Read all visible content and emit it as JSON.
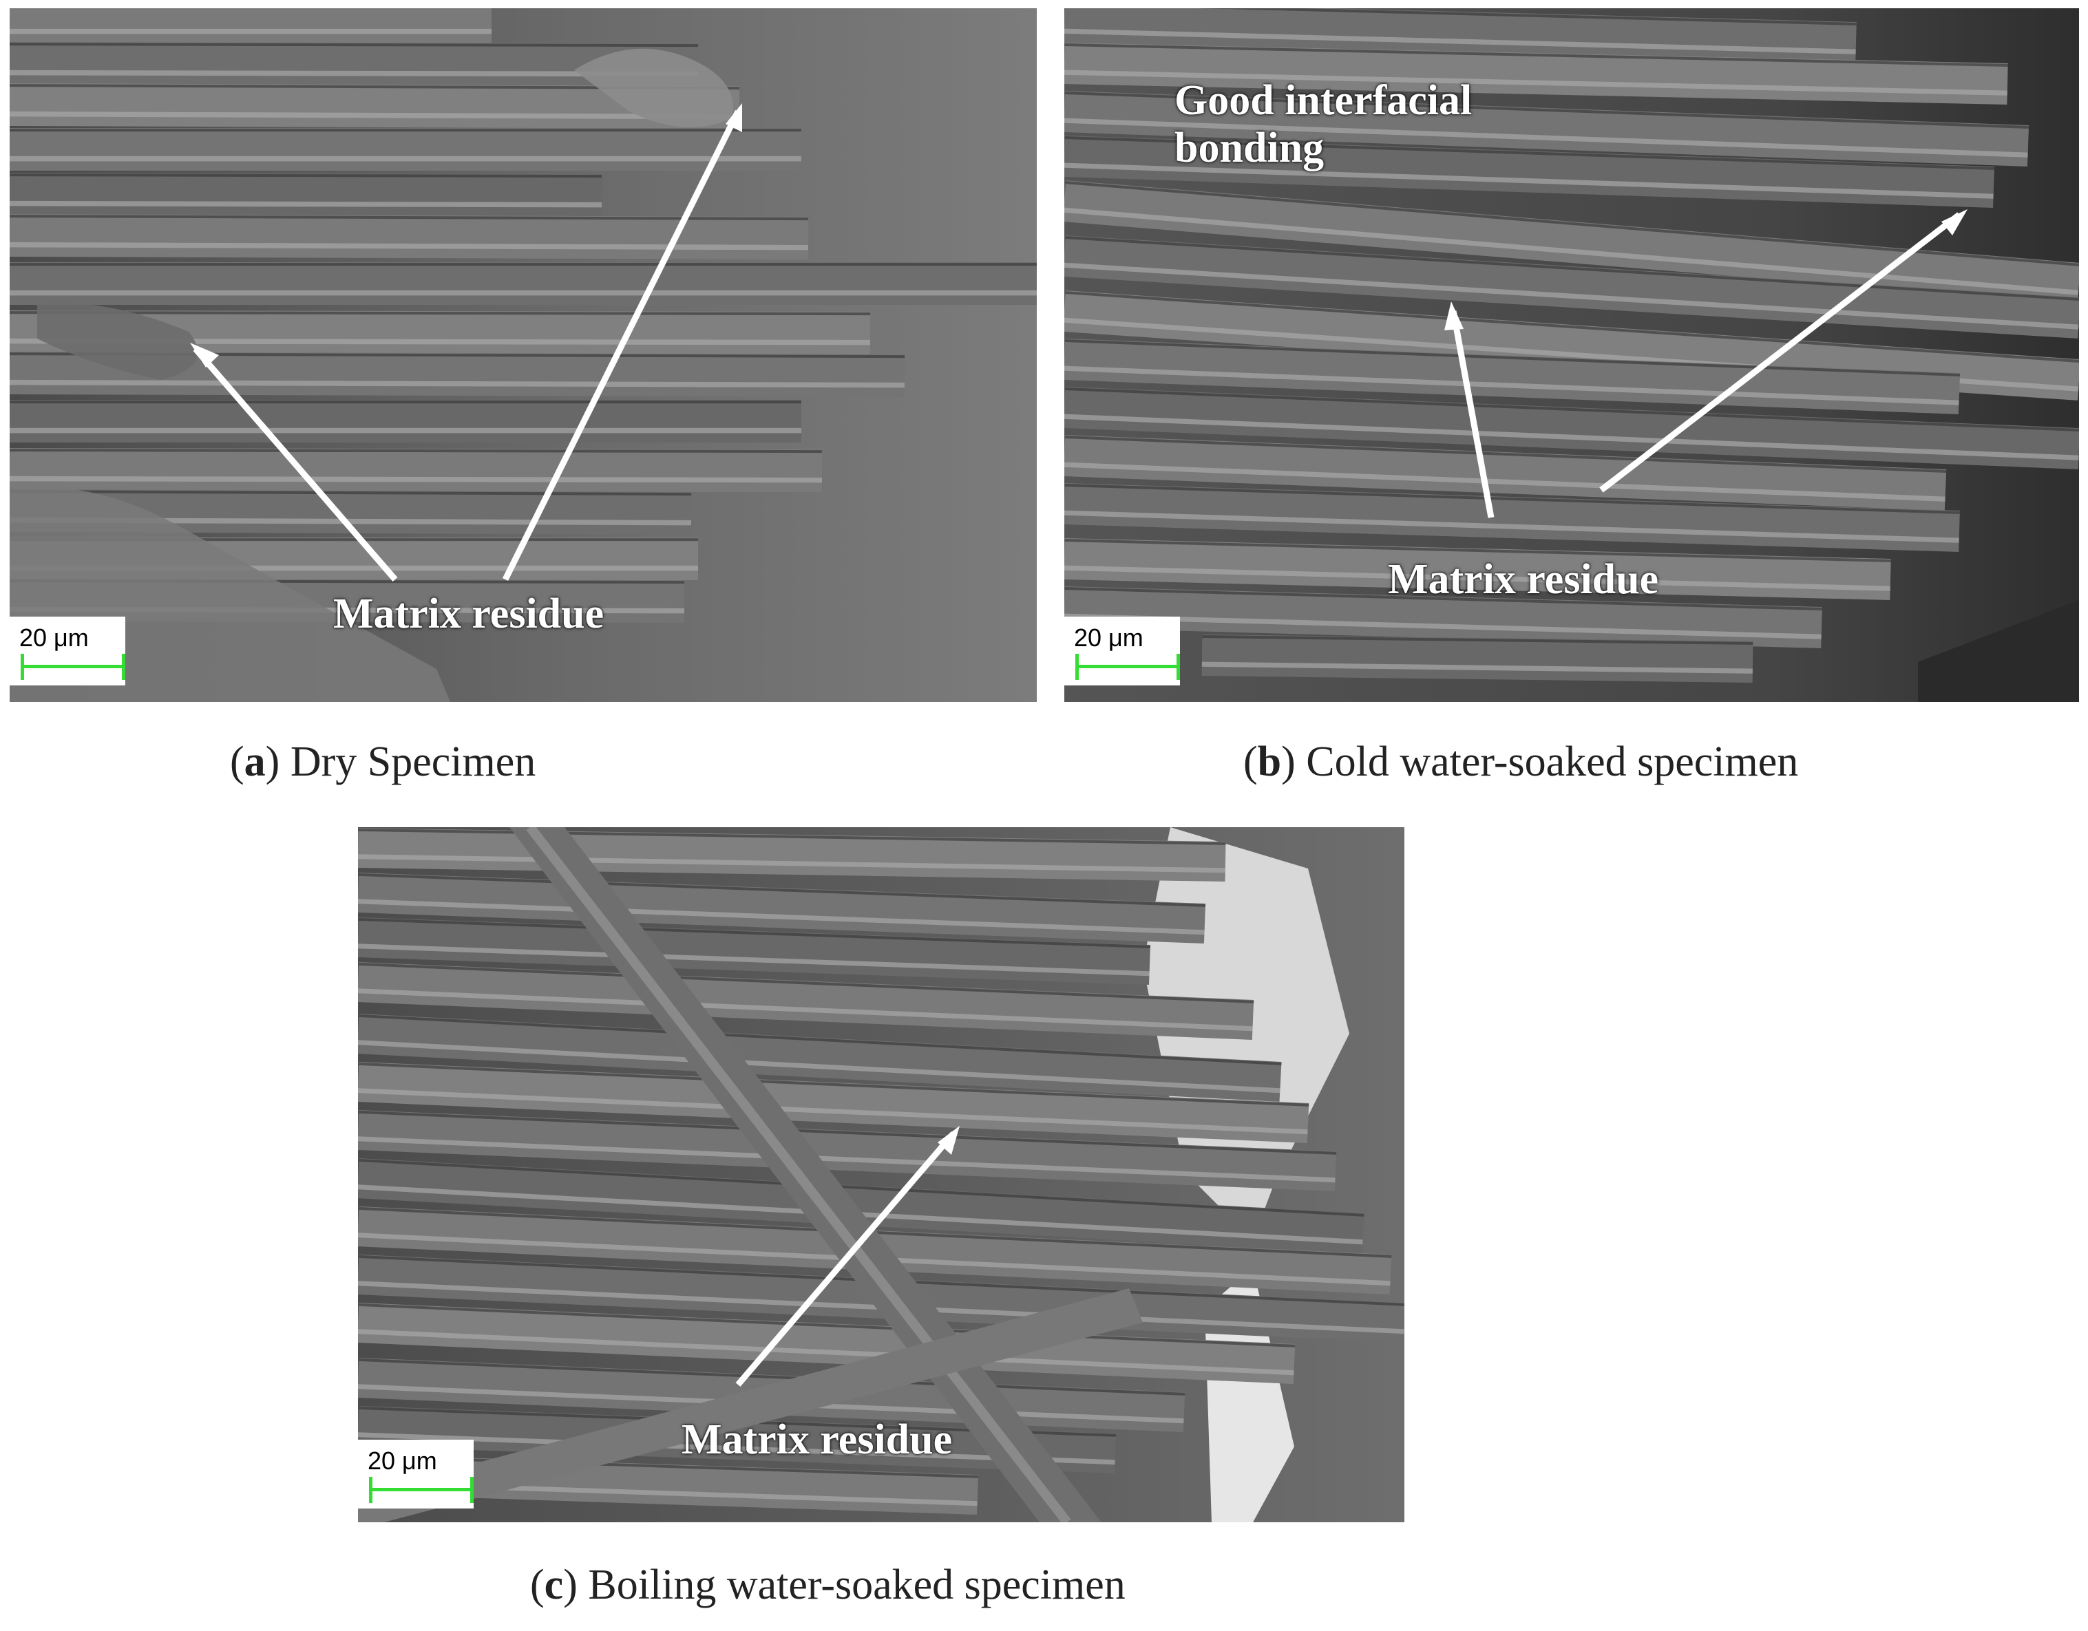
{
  "panels": {
    "a": {
      "scale_label": "20 μm",
      "annotation": "Matrix residue",
      "caption_letter": "a",
      "caption_text": "Dry Specimen"
    },
    "b": {
      "scale_label": "20 μm",
      "annotation_bonding": "Good interfacial\nbonding",
      "annotation": "Matrix residue",
      "caption_letter": "b",
      "caption_text": "Cold water-soaked specimen"
    },
    "c": {
      "scale_label": "20 μm",
      "annotation": "Matrix residue",
      "caption_letter": "c",
      "caption_text": "Boiling water-soaked specimen"
    }
  },
  "colors": {
    "scale_bar": "#33dd33",
    "annotation_text": "#ffffff",
    "arrow": "#ffffff"
  }
}
